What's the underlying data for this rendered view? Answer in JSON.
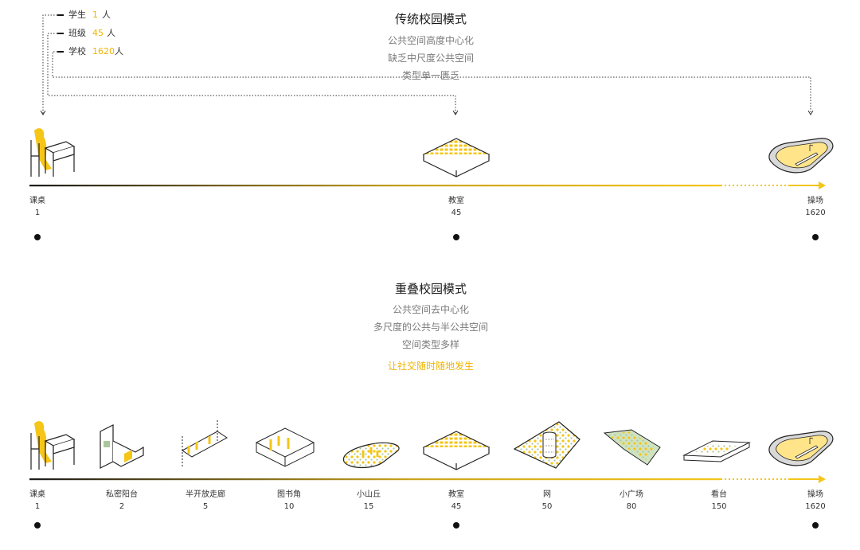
{
  "traditional": {
    "title": "传统校园模式",
    "lines": [
      "公共空间高度中心化",
      "缺乏中尺度公共空间",
      "类型单一匮乏"
    ]
  },
  "overlap": {
    "title": "重叠校园模式",
    "lines": [
      "公共空间去中心化",
      "多尺度的公共与半公共空间",
      "空间类型多样"
    ],
    "highlight": "让社交随时随地发生"
  },
  "legend": [
    {
      "label": "学生",
      "value": "1",
      "unit": "人"
    },
    {
      "label": "班级",
      "value": "45",
      "unit": "人"
    },
    {
      "label": "学校",
      "value": "1620",
      "unit": "人"
    }
  ],
  "scale_top": [
    {
      "name": "课桌",
      "value": "1",
      "icon": "desk-icon"
    },
    {
      "name": "教室",
      "value": "45",
      "icon": "classroom-icon"
    },
    {
      "name": "操场",
      "value": "1620",
      "icon": "playground-icon"
    }
  ],
  "scale_bottom": [
    {
      "name": "课桌",
      "value": "1",
      "icon": "desk-icon"
    },
    {
      "name": "私密阳台",
      "value": "2",
      "icon": "balcony-icon"
    },
    {
      "name": "半开放走廊",
      "value": "5",
      "icon": "corridor-icon"
    },
    {
      "name": "图书角",
      "value": "10",
      "icon": "reading-corner-icon"
    },
    {
      "name": "小山丘",
      "value": "15",
      "icon": "hill-icon"
    },
    {
      "name": "教室",
      "value": "45",
      "icon": "classroom-icon"
    },
    {
      "name": "网",
      "value": "50",
      "icon": "net-icon"
    },
    {
      "name": "小广场",
      "value": "80",
      "icon": "plaza-icon"
    },
    {
      "name": "看台",
      "value": "150",
      "icon": "stand-icon"
    },
    {
      "name": "操场",
      "value": "1620",
      "icon": "playground-icon"
    }
  ],
  "colors": {
    "accent": "#f5c518",
    "dark": "#1a1a1a",
    "muted": "#7a7a7a",
    "highlight": "#f0b400"
  }
}
